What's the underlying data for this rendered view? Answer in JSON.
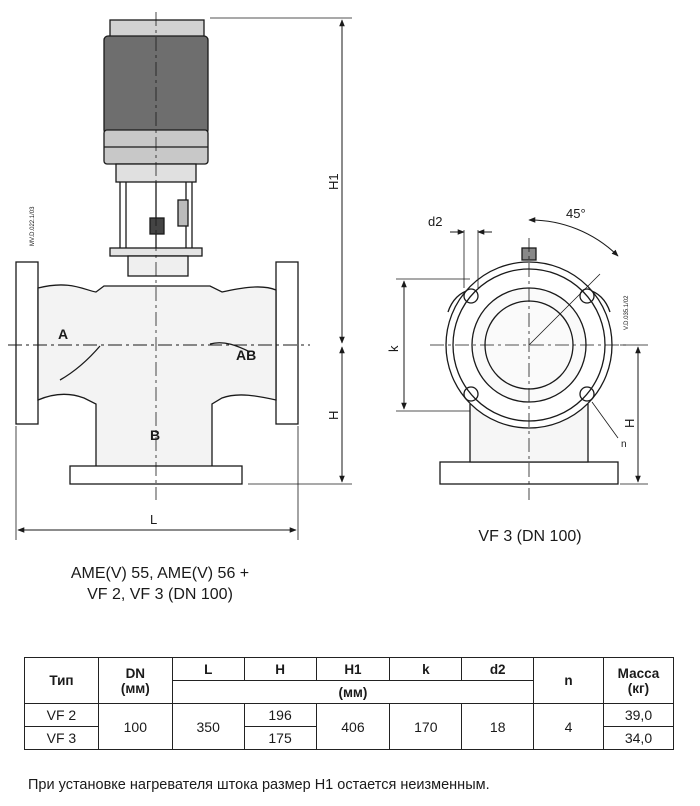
{
  "drawing": {
    "left_view": {
      "port_a": "A",
      "port_ab": "AB",
      "port_b": "B",
      "dim_h1": "H1",
      "dim_h": "H",
      "dim_l": "L",
      "drawing_code": "MV.D.022.1/03",
      "caption_line1": "AME(V) 55, AME(V) 56 +",
      "caption_line2": "VF 2, VF 3 (DN 100)"
    },
    "right_view": {
      "dim_d2": "d2",
      "angle": "45°",
      "dim_k": "k",
      "dim_h": "H",
      "dim_n": "n",
      "drawing_code": "V.D.035.1/02",
      "caption": "VF 3 (DN 100)"
    }
  },
  "table": {
    "headers": {
      "type": "Тип",
      "dn": "DN",
      "dn_unit": "(мм)",
      "l": "L",
      "h": "H",
      "h1": "H1",
      "k": "k",
      "d2": "d2",
      "mm_unit": "(мм)",
      "n": "n",
      "mass": "Масса",
      "mass_unit": "(кг)"
    },
    "rows": [
      {
        "type": "VF 2",
        "h": "196",
        "mass": "39,0"
      },
      {
        "type": "VF 3",
        "h": "175",
        "mass": "34,0"
      }
    ],
    "shared": {
      "dn": "100",
      "l": "350",
      "h1": "406",
      "k": "170",
      "d2": "18",
      "n": "4"
    }
  },
  "note": "При установке нагревателя штока размер H1 остается неизменным."
}
